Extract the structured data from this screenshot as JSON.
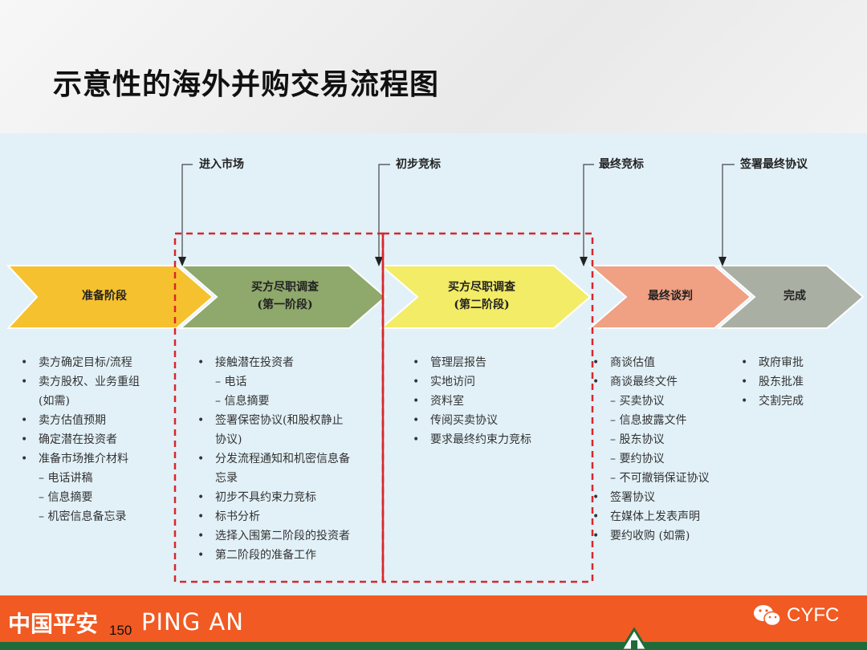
{
  "title": "示意性的海外并购交易流程图",
  "milestones": [
    "进入市场",
    "初步竞标",
    "最终竞标",
    "签署最终协议"
  ],
  "stages": [
    {
      "lines": [
        "准备阶段"
      ],
      "color": "#f6c12e"
    },
    {
      "lines": [
        "买方尽职调查",
        "(第一阶段)"
      ],
      "color": "#8fa86c"
    },
    {
      "lines": [
        "买方尽职调查",
        "(第二阶段)"
      ],
      "color": "#f3ec66"
    },
    {
      "lines": [
        "最终谈判"
      ],
      "color": "#f0a083"
    },
    {
      "lines": [
        "完成"
      ],
      "color": "#a9afa2"
    }
  ],
  "columns": [
    [
      {
        "t": "b",
        "text": "卖方确定目标/流程"
      },
      {
        "t": "b",
        "text": "卖方股权、业务重组"
      },
      {
        "t": "c",
        "text": "(如需)"
      },
      {
        "t": "b",
        "text": "卖方估值预期"
      },
      {
        "t": "b",
        "text": "确定潜在投资者"
      },
      {
        "t": "b",
        "text": "准备市场推介材料"
      },
      {
        "t": "s",
        "text": "– 电话讲稿"
      },
      {
        "t": "s",
        "text": "– 信息摘要"
      },
      {
        "t": "s",
        "text": "– 机密信息备忘录"
      }
    ],
    [
      {
        "t": "b",
        "text": "接触潜在投资者"
      },
      {
        "t": "s",
        "text": "– 电话"
      },
      {
        "t": "s",
        "text": "– 信息摘要"
      },
      {
        "t": "b",
        "text": "签署保密协议(和股权静止"
      },
      {
        "t": "c",
        "text": "协议)"
      },
      {
        "t": "b",
        "text": "分发流程通知和机密信息备"
      },
      {
        "t": "c",
        "text": "忘录"
      },
      {
        "t": "b",
        "text": "初步不具约束力竞标"
      },
      {
        "t": "b",
        "text": "标书分析"
      },
      {
        "t": "b",
        "text": "选择入围第二阶段的投资者"
      },
      {
        "t": "b",
        "text": "第二阶段的准备工作"
      }
    ],
    [
      {
        "t": "b",
        "text": "管理层报告"
      },
      {
        "t": "b",
        "text": "实地访问"
      },
      {
        "t": "b",
        "text": "资料室"
      },
      {
        "t": "b",
        "text": "传阅买卖协议"
      },
      {
        "t": "b",
        "text": "要求最终约束力竞标"
      }
    ],
    [
      {
        "t": "b",
        "text": "商谈估值"
      },
      {
        "t": "b",
        "text": "商谈最终文件"
      },
      {
        "t": "s",
        "text": "– 买卖协议"
      },
      {
        "t": "s",
        "text": "– 信息披露文件"
      },
      {
        "t": "s",
        "text": "– 股东协议"
      },
      {
        "t": "s",
        "text": "– 要约协议"
      },
      {
        "t": "s",
        "text": "– 不可撤销保证协议"
      },
      {
        "t": "b",
        "text": "签署协议"
      },
      {
        "t": "b",
        "text": "在媒体上发表声明"
      },
      {
        "t": "b",
        "text": "要约收购 (如需)"
      }
    ],
    [
      {
        "t": "b",
        "text": "政府审批"
      },
      {
        "t": "b",
        "text": "股东批准"
      },
      {
        "t": "b",
        "text": "交割完成"
      }
    ]
  ],
  "footer": {
    "brand_cn": "中国平安",
    "brand_en": "PING AN",
    "page_number": "150",
    "watermark": "CYFC"
  },
  "colors": {
    "footer": "#f15a22",
    "dashed_box": "#d9262c",
    "panel": "#e2f1f8"
  }
}
